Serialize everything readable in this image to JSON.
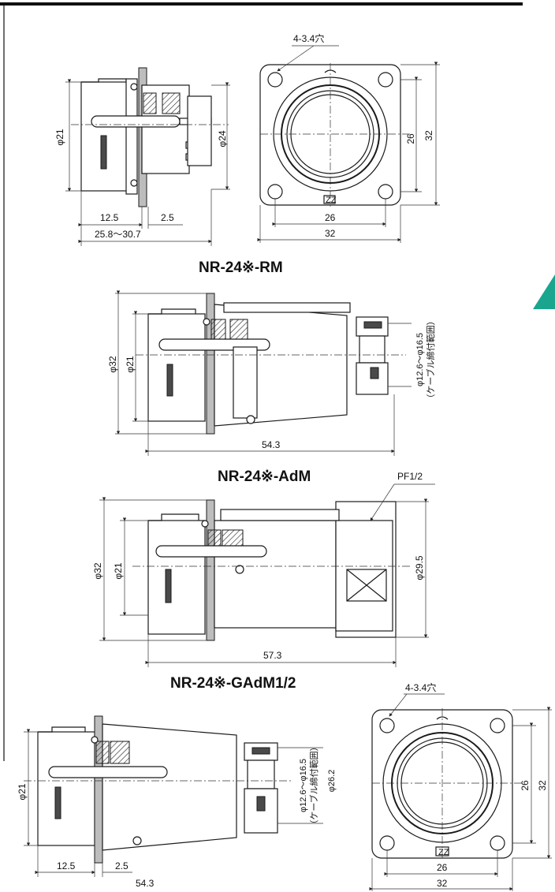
{
  "section1": {
    "label": "NR-24※-RM",
    "dims": {
      "phi21": "φ21",
      "phi24": "φ24",
      "d12_5": "12.5",
      "d2_5": "2.5",
      "length": "25.8～30.7",
      "holes": "4-3.4穴",
      "w26": "26",
      "w32": "32",
      "h26": "26",
      "h32": "32"
    }
  },
  "section2": {
    "label": "NR-24※-AdM",
    "dims": {
      "phi32": "φ32",
      "phi21": "φ21",
      "length": "54.3",
      "cable_range": "φ12.6～φ16.5",
      "cable_note": "（ケーブル締付範囲）"
    }
  },
  "section3": {
    "label": "NR-24※-GAdM1/2",
    "dims": {
      "pf": "PF1/2",
      "phi32": "φ32",
      "phi21": "φ21",
      "phi29_5": "φ29.5",
      "length": "57.3"
    }
  },
  "section4": {
    "dims": {
      "phi21": "φ21",
      "d12_5": "12.5",
      "d2_5": "2.5",
      "length": "54.3",
      "cable_range": "φ12.6～φ16.5",
      "cable_note": "（ケーブル締付範囲）",
      "phi26_2": "φ26.2",
      "holes": "4-3.4穴",
      "w26": "26",
      "w32": "32",
      "h26": "26",
      "h32": "32"
    }
  },
  "colors": {
    "accent": "#1aa58e",
    "line": "#1a1a1a"
  },
  "icons": {
    "corner_tab": "triangle-tab-icon"
  }
}
